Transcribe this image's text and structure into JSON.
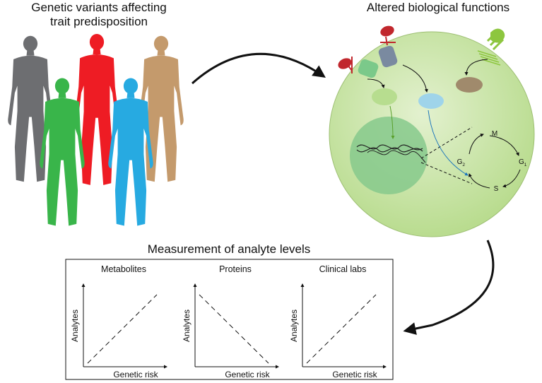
{
  "headings": {
    "variants_line1": "Genetic variants affecting",
    "variants_line2": "trait predisposition",
    "functions": "Altered biological functions",
    "measurement": "Measurement of analyte levels"
  },
  "cell_cycle": {
    "phase_m": "M",
    "phase_g1": "G",
    "phase_g1_sub": "1",
    "phase_s": "S",
    "phase_g2": "G",
    "phase_g2_sub": "2"
  },
  "people": [
    {
      "name": "gray",
      "color": "#6d6e71"
    },
    {
      "name": "red",
      "color": "#ee1c24"
    },
    {
      "name": "tan",
      "color": "#c49a6c"
    },
    {
      "name": "green",
      "color": "#39b54a"
    },
    {
      "name": "blue",
      "color": "#27aae1"
    }
  ],
  "colors": {
    "cell_fill": "#c9e4a6",
    "nucleus": "#86c98c",
    "receptor_red": "#c1272d",
    "receptor_gray": "#7a8aa0",
    "receptor_green": "#8dc63f",
    "mol_green": "#b7dd8f",
    "mol_blue": "#9fd4ea",
    "mol_brown": "#a08a6c",
    "arrow_blue": "#1b75bc"
  },
  "chart_data": [
    {
      "type": "line",
      "title": "Metabolites",
      "xlabel": "Genetic risk",
      "ylabel": "Analytes",
      "trend": "increasing",
      "x": [
        0,
        1
      ],
      "y": [
        0,
        1
      ]
    },
    {
      "type": "line",
      "title": "Proteins",
      "xlabel": "Genetic risk",
      "ylabel": "Analytes",
      "trend": "decreasing",
      "x": [
        0,
        1
      ],
      "y": [
        1,
        0
      ]
    },
    {
      "type": "line",
      "title": "Clinical labs",
      "xlabel": "Genetic risk",
      "ylabel": "Analytes",
      "trend": "increasing",
      "x": [
        0,
        1
      ],
      "y": [
        0,
        1
      ]
    }
  ]
}
